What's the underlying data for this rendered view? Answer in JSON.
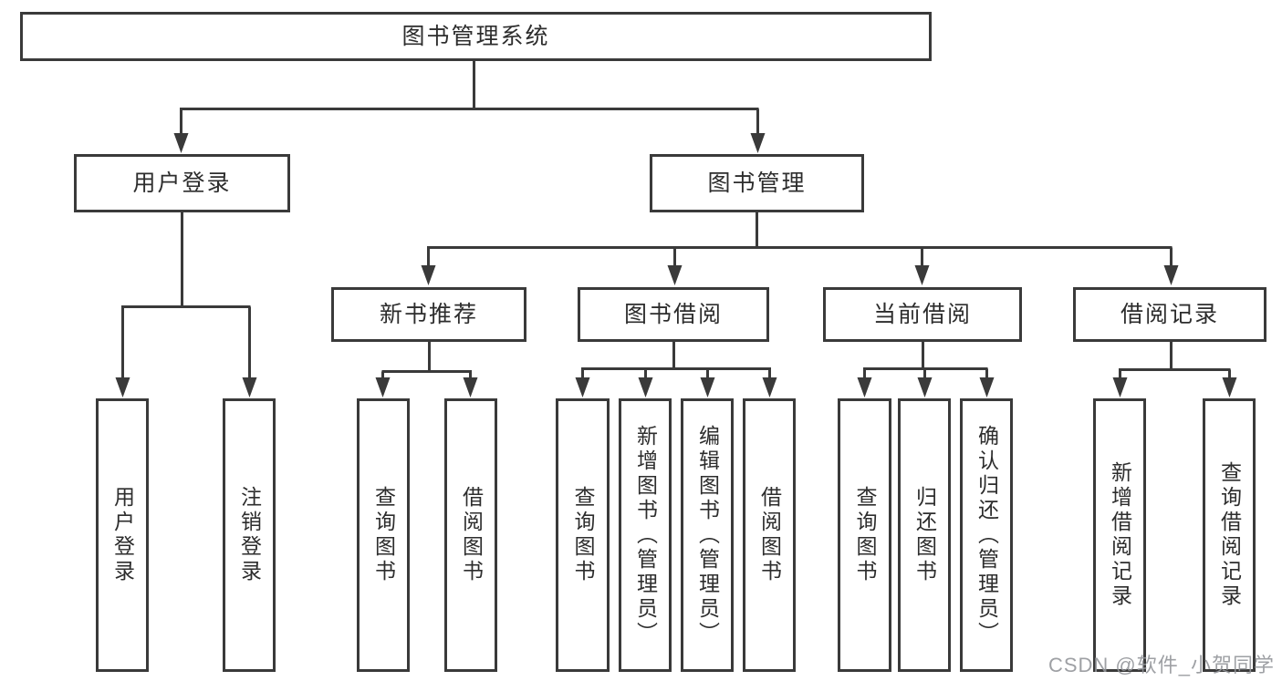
{
  "diagram": {
    "root": "图书管理系统",
    "branches": [
      {
        "label": "用户登录",
        "children": [
          {
            "label": "用户登录"
          },
          {
            "label": "注销登录"
          }
        ]
      },
      {
        "label": "图书管理",
        "children": [
          {
            "label": "新书推荐",
            "children": [
              {
                "label": "查询图书"
              },
              {
                "label": "借阅图书"
              }
            ]
          },
          {
            "label": "图书借阅",
            "children": [
              {
                "label": "查询图书"
              },
              {
                "label": "新增图书（管理员）"
              },
              {
                "label": "编辑图书（管理员）"
              },
              {
                "label": "借阅图书"
              }
            ]
          },
          {
            "label": "当前借阅",
            "children": [
              {
                "label": "查询图书"
              },
              {
                "label": "归还图书"
              },
              {
                "label": "确认归还（管理员）"
              }
            ]
          },
          {
            "label": "借阅记录",
            "children": [
              {
                "label": "新增借阅记录"
              },
              {
                "label": "查询借阅记录"
              }
            ]
          }
        ]
      }
    ]
  },
  "watermark": {
    "text": "CSDN @软件_小贺同学"
  },
  "colors": {
    "line": "#3a3a3a",
    "text": "#2d2d2d",
    "watermark": "#94969a",
    "background": "#ffffff"
  }
}
